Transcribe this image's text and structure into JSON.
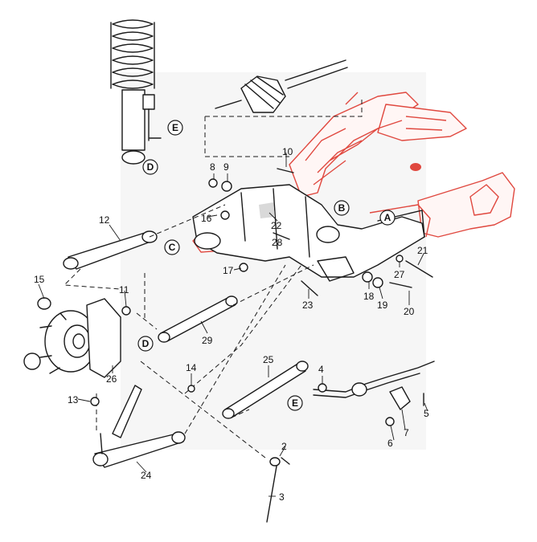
{
  "part_numbers": [
    "2",
    "3",
    "4",
    "5",
    "6",
    "7",
    "8",
    "9",
    "10",
    "11",
    "12",
    "13",
    "14",
    "15",
    "16",
    "17",
    "18",
    "19",
    "20",
    "21",
    "22",
    "23",
    "24",
    "25",
    "26",
    "27",
    "28",
    "29"
  ],
  "callout_letters": [
    "A",
    "B",
    "C",
    "D",
    "D",
    "E",
    "E"
  ],
  "colors": {
    "ink": "#1a1a1a",
    "highlight": "#e0483f",
    "background": "#ffffff"
  }
}
